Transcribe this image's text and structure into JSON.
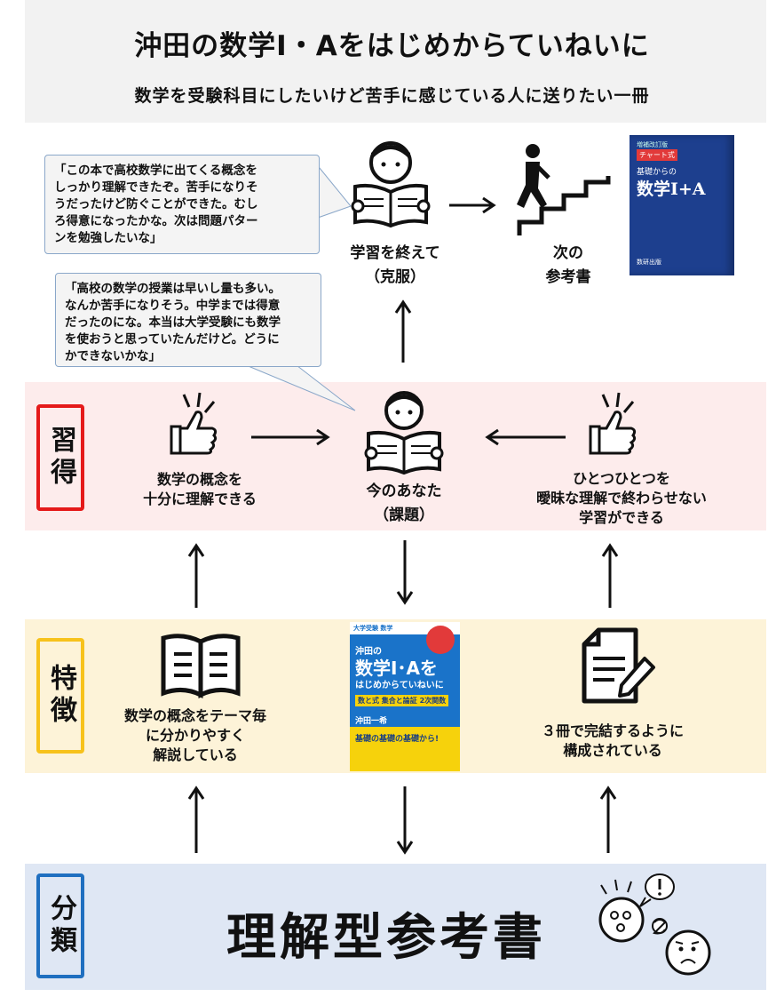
{
  "header": {
    "title": "沖田の数学Ⅰ・Aをはじめからていねいに",
    "subtitle": "数学を受験科目にしたいけど苦手に感じている人に送りたい一冊"
  },
  "categories": {
    "mastery": "習得",
    "features": "特徴",
    "classification": "分類"
  },
  "top_row": {
    "bubble_after": "「この本で高校数学に出てくる概念を\nしっかり理解できたぞ。苦手になりそ\nうだったけど防ぐことができた。むし\nろ得意になったかな。次は問題パター\nンを勉強したいな」",
    "after_label": "学習を終えて\n（克服）",
    "next_label": "次の\n参考書",
    "next_book": {
      "edition": "増補改訂版",
      "series": "チャート式",
      "subtitle": "基礎からの",
      "title": "数学Ⅰ+A",
      "publisher": "数研出版"
    }
  },
  "bubble_now": "「高校の数学の授業は早いし量も多い。\nなんか苦手になりそう。中学までは得意\nだったのにな。本当は大学受験にも数学\nを使おうと思っていたんだけど。どうに\nかできないかな」",
  "mastery_row": {
    "left_label": "数学の概念を\n十分に理解できる",
    "center_label": "今のあなた\n（課題）",
    "right_label": "ひとつひとつを\n曖昧な理解で終わらせない\n学習ができる"
  },
  "features_row": {
    "left_label": "数学の概念をテーマ毎\nに分かりやすく\n解説している",
    "right_label": "３冊で完結するように\n構成されている",
    "book": {
      "series": "大学受験 数学",
      "line1": "沖田の",
      "line2": "数学Ⅰ･Aを",
      "line3": "はじめからていねいに",
      "tag": "数と式 集合と論証 2次関数",
      "author": "沖田一希",
      "slogan": "基礎の基礎の基礎から!"
    }
  },
  "classification_row": {
    "label": "理解型参考書"
  },
  "colors": {
    "pink_band": "#fdecec",
    "yellow_band": "#fdf3d8",
    "blue_band": "#dfe7f4",
    "red_tag": "#e51a1a",
    "yellow_tag": "#f7c21b",
    "blue_tag": "#1f6fc0"
  }
}
